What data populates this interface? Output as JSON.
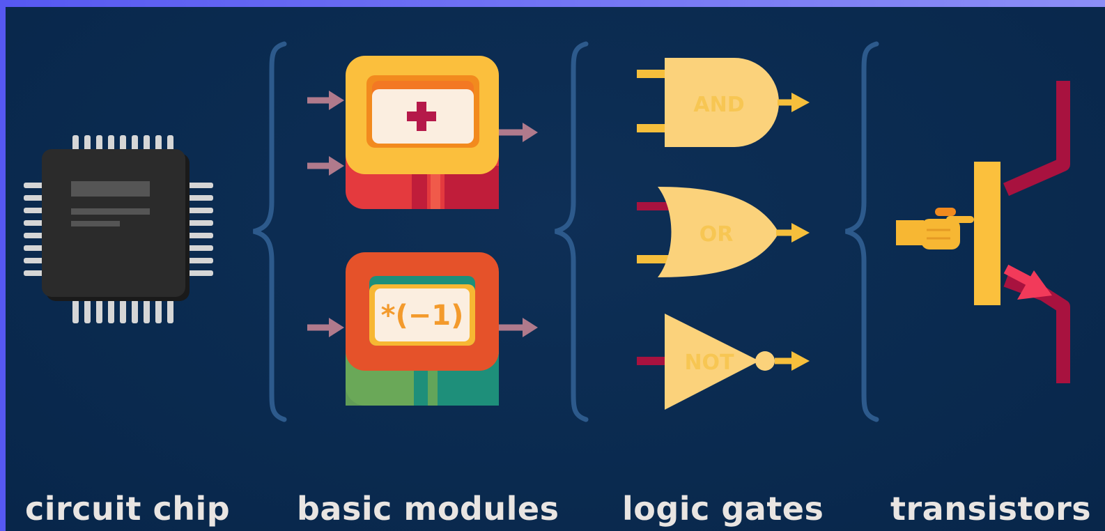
{
  "captions": {
    "chip": "circuit chip",
    "modules": "basic modules",
    "gates": "logic gates",
    "transistors": "transistors"
  },
  "modules": {
    "adder_label": "+",
    "negate_label": "*(−1)"
  },
  "gates": {
    "and_label": "AND",
    "or_label": "OR",
    "not_label": "NOT"
  },
  "colors": {
    "background": "#0a2a4f",
    "frame": "#5a5cf0",
    "brace": "#2d5a8c",
    "gate_fill": "#fbd27b",
    "gate_wire": "#f6bf3c",
    "red_wire": "#a8123f",
    "arrow_mauve": "#b07a8c",
    "chip_body": "#2b2b2b",
    "chip_pin": "#d4d4d4"
  },
  "icons": {
    "chip": "microchip-icon",
    "hand": "pointing-hand-icon",
    "transistor": "transistor-icon"
  }
}
